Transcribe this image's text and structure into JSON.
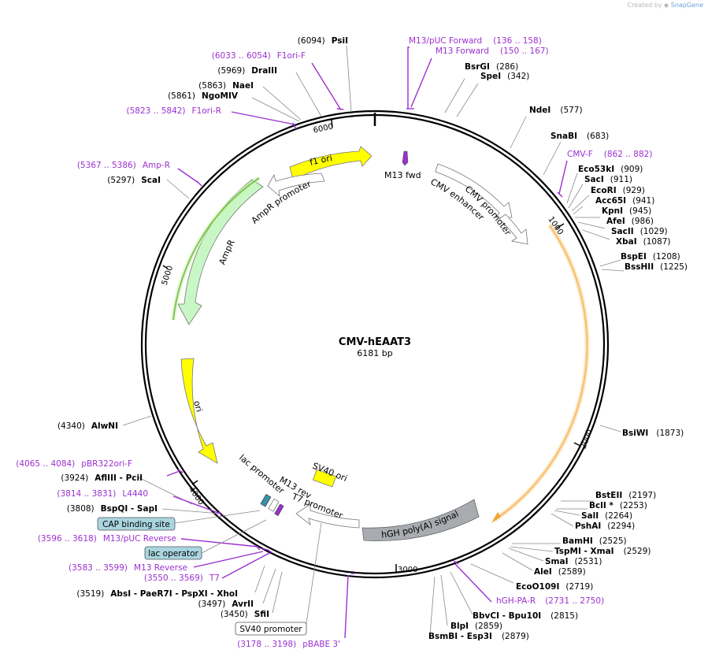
{
  "branding": {
    "created_by": "Created by",
    "app": "SnapGene"
  },
  "plasmid": {
    "name": "CMV-hEAAT3",
    "size_label": "6181 bp",
    "length": 6181
  },
  "colors": {
    "enzyme": "#000000",
    "primer": "#9b30d0",
    "feature_yellow": "#ffff00",
    "feature_green": "#c8f7c5",
    "feature_white": "#ffffff",
    "feature_gray": "#a8acb0",
    "orf_orange": "#f0a43a",
    "orf_green": "#3d8a1c",
    "lac_operator": "#3b8fa6",
    "m13_rev": "#9b30d0"
  },
  "ticks": [
    "1000",
    "2000",
    "3000",
    "4000",
    "5000",
    "6000"
  ],
  "features": [
    {
      "label": "f1 ori",
      "style": "yellow"
    },
    {
      "label": "AmpR promoter",
      "style": "white"
    },
    {
      "label": "AmpR",
      "style": "green"
    },
    {
      "label": "ori",
      "style": "yellow"
    },
    {
      "label": "M13 fwd",
      "style": "purple"
    },
    {
      "label": "CMV enhancer",
      "style": "white"
    },
    {
      "label": "CMV promoter",
      "style": "white"
    },
    {
      "label": "hGH poly(A) signal",
      "style": "gray"
    },
    {
      "label": "SV40 ori",
      "style": "yellow"
    },
    {
      "label": "lac promoter",
      "style": "white"
    },
    {
      "label": "M13 rev",
      "style": "white"
    },
    {
      "label": "T7 promoter",
      "style": "white"
    }
  ],
  "sites_right": [
    {
      "name": "BsrGI",
      "pos": "(286)"
    },
    {
      "name": "SpeI",
      "pos": "(342)"
    },
    {
      "name": "NdeI",
      "pos": "(577)"
    },
    {
      "name": "SnaBI",
      "pos": "(683)"
    },
    {
      "name": "Eco53kI",
      "pos": "(909)"
    },
    {
      "name": "SacI",
      "pos": "(911)"
    },
    {
      "name": "EcoRI",
      "pos": "(929)"
    },
    {
      "name": "Acc65I",
      "pos": "(941)"
    },
    {
      "name": "KpnI",
      "pos": "(945)"
    },
    {
      "name": "AfeI",
      "pos": "(986)"
    },
    {
      "name": "SacII",
      "pos": "(1029)"
    },
    {
      "name": "XbaI",
      "pos": "(1087)"
    },
    {
      "name": "BspEI",
      "pos": "(1208)"
    },
    {
      "name": "BssHII",
      "pos": "(1225)"
    },
    {
      "name": "BsiWI",
      "pos": "(1873)"
    },
    {
      "name": "BstEII",
      "pos": "(2197)"
    },
    {
      "name": "BclI *",
      "pos": "(2253)"
    },
    {
      "name": "SalI",
      "pos": "(2264)"
    },
    {
      "name": "PshAI",
      "pos": "(2294)"
    },
    {
      "name": "BamHI",
      "pos": "(2525)"
    },
    {
      "name": "TspMI - XmaI",
      "pos": "(2529)"
    },
    {
      "name": "SmaI",
      "pos": "(2531)"
    },
    {
      "name": "AleI",
      "pos": "(2589)"
    },
    {
      "name": "EcoO109I",
      "pos": "(2719)"
    },
    {
      "name": "BbvCI - Bpu10I",
      "pos": "(2815)"
    },
    {
      "name": "BlpI",
      "pos": "(2859)"
    },
    {
      "name": "BsmBI - Esp3I",
      "pos": "(2879)"
    }
  ],
  "sites_left": [
    {
      "name": "PsiI",
      "pos": "(6094)"
    },
    {
      "name": "DraIII",
      "pos": "(5969)"
    },
    {
      "name": "NaeI",
      "pos": "(5863)"
    },
    {
      "name": "NgoMIV",
      "pos": "(5861)"
    },
    {
      "name": "ScaI",
      "pos": "(5297)"
    },
    {
      "name": "AlwNI",
      "pos": "(4340)"
    },
    {
      "name": "AflIII - PciI",
      "pos": "(3924)"
    },
    {
      "name": "BspQI - SapI",
      "pos": "(3808)"
    },
    {
      "name": "AbsI - PaeR7I - PspXI - XhoI",
      "pos": "(3519)"
    },
    {
      "name": "AvrII",
      "pos": "(3497)"
    },
    {
      "name": "SfiI",
      "pos": "(3450)"
    }
  ],
  "primers": [
    {
      "name": "M13/pUC Forward",
      "range": "(136 .. 158)"
    },
    {
      "name": "M13 Forward",
      "range": "(150 .. 167)"
    },
    {
      "name": "F1ori-F",
      "range": "(6033 .. 6054)"
    },
    {
      "name": "F1ori-R",
      "range": "(5823 .. 5842)"
    },
    {
      "name": "Amp-R",
      "range": "(5367 .. 5386)"
    },
    {
      "name": "CMV-F",
      "range": "(862 .. 882)"
    },
    {
      "name": "pBR322ori-F",
      "range": "(4065 .. 4084)"
    },
    {
      "name": "L4440",
      "range": "(3814 .. 3831)"
    },
    {
      "name": "M13/pUC Reverse",
      "range": "(3596 .. 3618)"
    },
    {
      "name": "M13 Reverse",
      "range": "(3583 .. 3599)"
    },
    {
      "name": "T7",
      "range": "(3550 .. 3569)"
    },
    {
      "name": "hGH-PA-R",
      "range": "(2731 .. 2750)"
    },
    {
      "name": "pBABE 3'",
      "range": "(3178 .. 3198)"
    }
  ],
  "boxed_labels": [
    {
      "label": "CAP binding site",
      "style": "teal"
    },
    {
      "label": "lac operator",
      "style": "teal"
    },
    {
      "label": "SV40 promoter",
      "style": "white"
    }
  ]
}
